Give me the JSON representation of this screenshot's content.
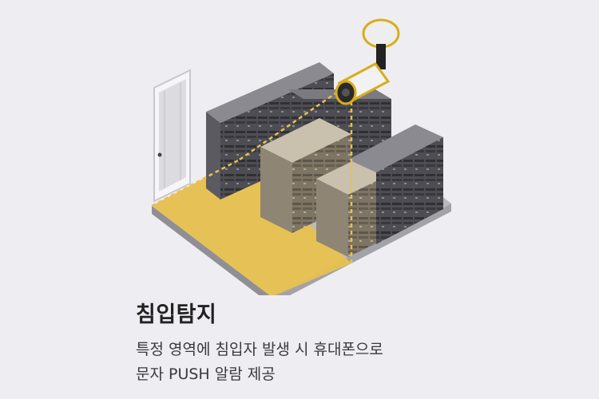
{
  "title": "침입탐지",
  "description_line1": "특정 영역에 침입자 발생 시 휴대폰으로",
  "description_line2": "문자 PUSH 알람 제공",
  "colors": {
    "background": "#eeedf2",
    "detection_zone": "#e8c14f",
    "camera_outline": "#d9ad1a",
    "rack_gray": "#6e6e74",
    "rack_beige": "#a89e8a"
  },
  "icons": [
    "door-icon",
    "cctv-camera-icon",
    "server-rack-icon"
  ]
}
